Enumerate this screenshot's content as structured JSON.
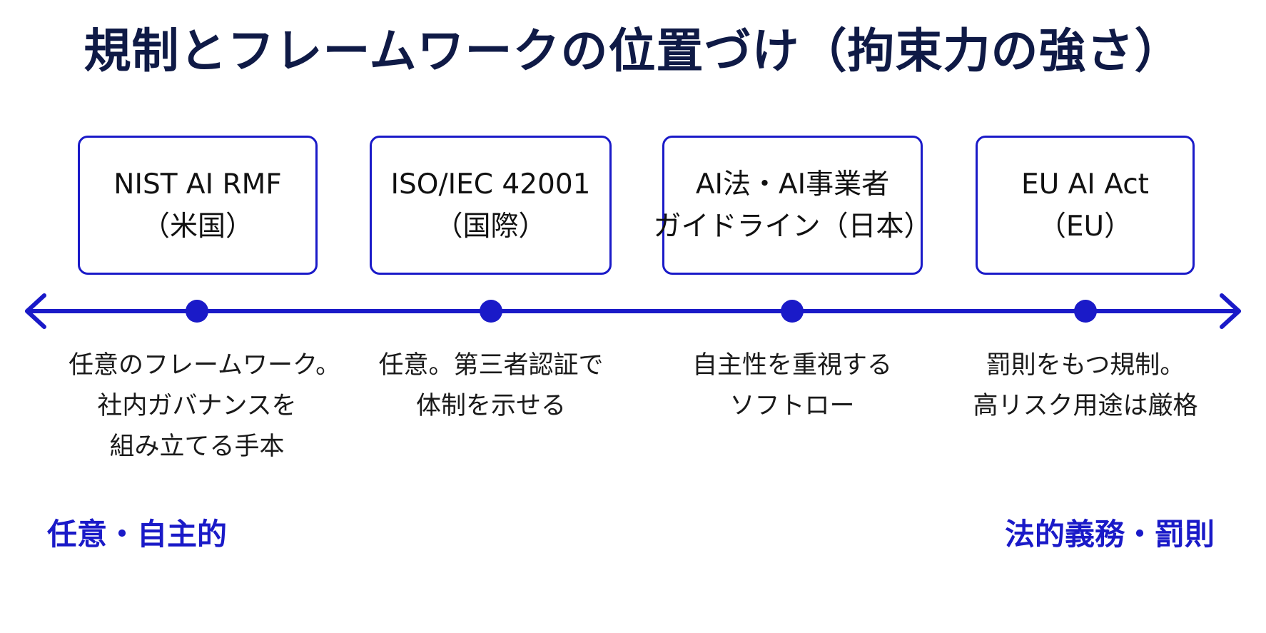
{
  "title": "規制とフレームワークの位置づけ（拘束力の強さ）",
  "accent_color": "#1a1ac8",
  "title_color": "#0f1a46",
  "items": [
    {
      "name_lines": [
        "NIST AI RMF",
        "（米国）"
      ],
      "desc_lines": [
        "任意のフレームワーク。",
        "社内ガバナンスを",
        "組み立てる手本"
      ]
    },
    {
      "name_lines": [
        "ISO/IEC 42001",
        "（国際）"
      ],
      "desc_lines": [
        "任意。第三者認証で",
        "体制を示せる"
      ]
    },
    {
      "name_lines": [
        "AI法・AI事業者",
        "ガイドライン（日本）"
      ],
      "desc_lines": [
        "自主性を重視する",
        "ソフトロー"
      ]
    },
    {
      "name_lines": [
        "EU AI Act",
        "（EU）"
      ],
      "desc_lines": [
        "罰則をもつ規制。",
        "高リスク用途は厳格"
      ]
    }
  ],
  "axis": {
    "left_label": "任意・自主的",
    "right_label": "法的義務・罰則",
    "arrow_left_icon": "arrow-left-icon",
    "arrow_right_icon": "arrow-right-icon"
  }
}
